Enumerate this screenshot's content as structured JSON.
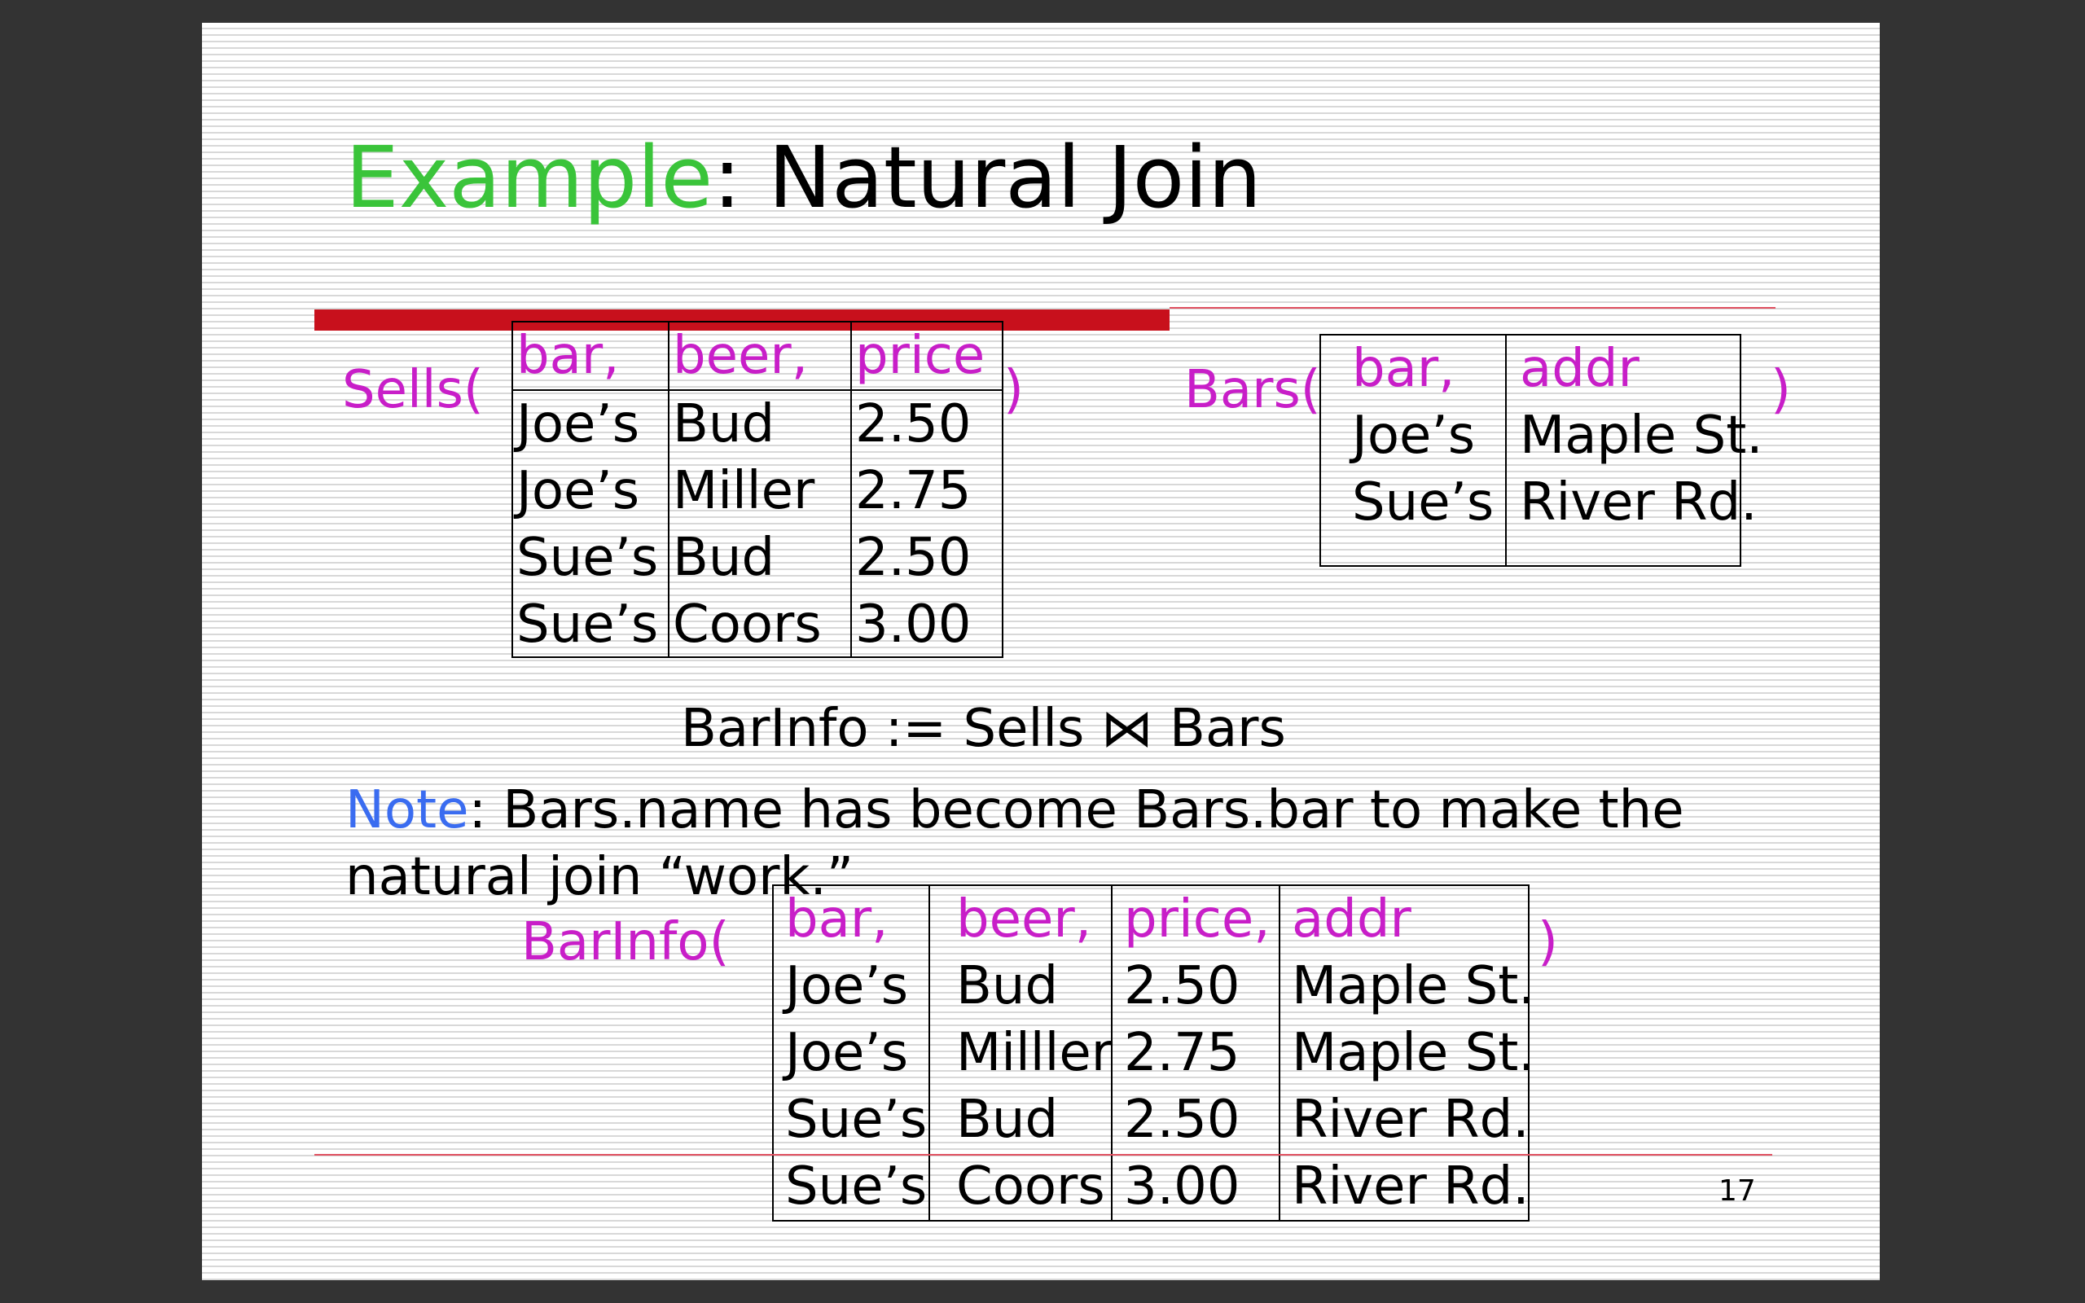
{
  "title": {
    "highlight": "Example",
    "rest": ": Natural Join"
  },
  "sells": {
    "label": "Sells(",
    "close": ")",
    "headers": [
      "bar,",
      "beer,",
      "price"
    ],
    "rows": [
      [
        "Joe’s",
        "Bud",
        "2.50"
      ],
      [
        "Joe’s",
        "Miller",
        "2.75"
      ],
      [
        "Sue’s",
        "Bud",
        "2.50"
      ],
      [
        "Sue’s",
        "Coors",
        "3.00"
      ]
    ]
  },
  "bars": {
    "label": "Bars(",
    "close": ")",
    "headers": [
      "bar,",
      "addr"
    ],
    "rows": [
      [
        "Joe’s",
        "Maple St."
      ],
      [
        "Sue’s",
        "River Rd."
      ]
    ]
  },
  "expression": "BarInfo := Sells ⋈ Bars",
  "note": {
    "highlight": "Note",
    "rest": ": Bars.name has become Bars.bar to make the natural join “work.”"
  },
  "barinfo": {
    "label": "BarInfo(",
    "close": ")",
    "headers": [
      "bar,",
      "beer,",
      "price,",
      "addr"
    ],
    "rows": [
      [
        "Joe’s",
        "Bud",
        "2.50",
        "Maple St."
      ],
      [
        "Joe’s",
        "Milller",
        "2.75",
        "Maple St."
      ],
      [
        "Sue’s",
        "Bud",
        "2.50",
        "River Rd."
      ],
      [
        "Sue’s",
        "Coors",
        "3.00",
        "River Rd."
      ]
    ]
  },
  "page_number": "17",
  "colors": {
    "title_highlight": "#3ac43a",
    "note_highlight": "#3a6cf0",
    "relation_labels": "#c81ec8",
    "accent_rule": "#c8101c"
  }
}
